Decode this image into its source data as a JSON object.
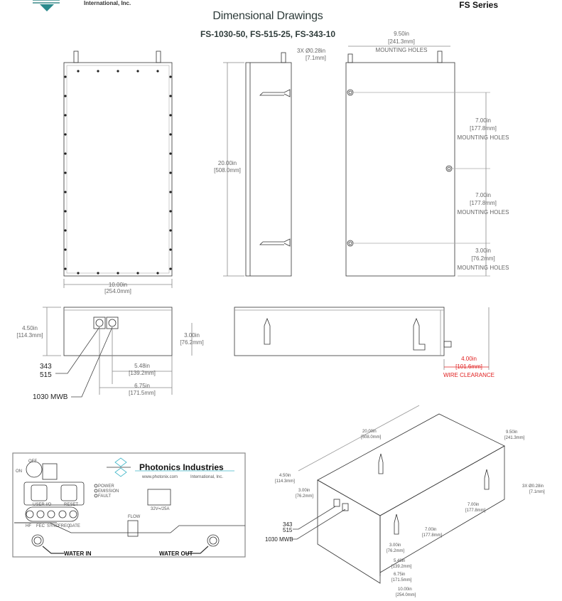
{
  "header": {
    "company_small": "International, Inc.",
    "series": "FS Series",
    "title": "Dimensional Drawings",
    "subtitle": "FS-1030-50, FS-515-25, FS-343-10"
  },
  "top_views": {
    "front_width": "10.00in",
    "front_width_mm": "[254.0mm]",
    "height": "20.00in",
    "height_mm": "[508.0mm]",
    "holes_span": "9.50in",
    "holes_span_mm": "[241.3mm]",
    "holes_span_label": "MOUNTING HOLES",
    "hole_dia": "3X  Ø0.28in",
    "hole_dia_mm": "[7.1mm]",
    "spacing1": "7.00in",
    "spacing1_mm": "[177.8mm]",
    "spacing1_label": "MOUNTING HOLES",
    "spacing2": "7.00in",
    "spacing2_mm": "[177.8mm]",
    "spacing2_label": "MOUNTING HOLES",
    "spacing3": "3.00in",
    "spacing3_mm": "[76.2mm]",
    "spacing3_label": "MOUNTING HOLES"
  },
  "mid_views": {
    "box_height": "4.50in",
    "box_height_mm": "[114.3mm]",
    "conn_height": "3.00in",
    "conn_height_mm": "[76.2mm]",
    "d1": "5.48in",
    "d1_mm": "[139.2mm]",
    "d2": "6.75in",
    "d2_mm": "[171.5mm]",
    "label_343": "343",
    "label_515": "515",
    "label_1030": "1030 MWB",
    "wire": "4.00in",
    "wire_mm": "[101.6mm]",
    "wire_label": "WIRE CLEARANCE",
    "wire_color": "#e02020"
  },
  "panel": {
    "off": "OFF",
    "on": "ON",
    "brand": "Photonics Industries",
    "url": "www.photonix.com",
    "company": "International, Inc.",
    "leds": [
      "POWER",
      "EMISSION",
      "FAULT"
    ],
    "user_io": "USER I/O",
    "reset": "RESET",
    "bnc": [
      "HF",
      "FEC",
      "SYNC",
      "FREQ",
      "GATE"
    ],
    "power": "32V=/25A",
    "flow": "FLOW",
    "water_in": "WATER IN",
    "water_out": "WATER OUT",
    "accent": "#3fb6c8"
  },
  "iso": {
    "len": "20.00in",
    "len_mm": "[508.0mm]",
    "width": "9.50in",
    "width_mm": "[241.3mm]",
    "h": "4.50in",
    "h_mm": "[114.3mm]",
    "ch": "3.00in",
    "ch_mm": "[76.2mm]",
    "hole": "3X  Ø0.28in",
    "hole_mm": "[7.1mm]",
    "s1": "7.00in",
    "s1_mm": "[177.8mm]",
    "s2": "7.00in",
    "s2_mm": "[177.8mm]",
    "s3": "3.00in",
    "s3_mm": "[76.2mm]",
    "d1": "5.48in",
    "d1_mm": "[139.2mm]",
    "d2": "6.75in",
    "d2_mm": "[171.5mm]",
    "w": "10.00in",
    "w_mm": "[254.0mm]",
    "label_343": "343",
    "label_515": "515",
    "label_1030": "1030 MWB"
  }
}
